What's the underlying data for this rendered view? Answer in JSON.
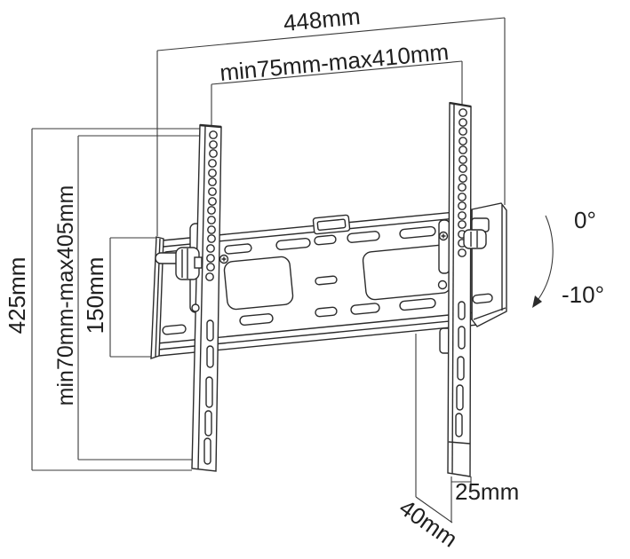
{
  "diagram": {
    "type": "technical-dimension-drawing",
    "subject": "Tilting TV wall mount bracket",
    "labels": {
      "total_width": "448mm",
      "vesa_width_range": "min75mm-max410mm",
      "total_height": "425mm",
      "vesa_height_range": "min70mm-max405mm",
      "wall_plate_height": "150mm",
      "bracket_depth": "25mm",
      "total_depth": "40mm",
      "tilt_upper": "0°",
      "tilt_lower": "-10°"
    },
    "colors": {
      "line": "#2b2b2b",
      "background": "#ffffff",
      "text": "#1f1f1f"
    }
  }
}
